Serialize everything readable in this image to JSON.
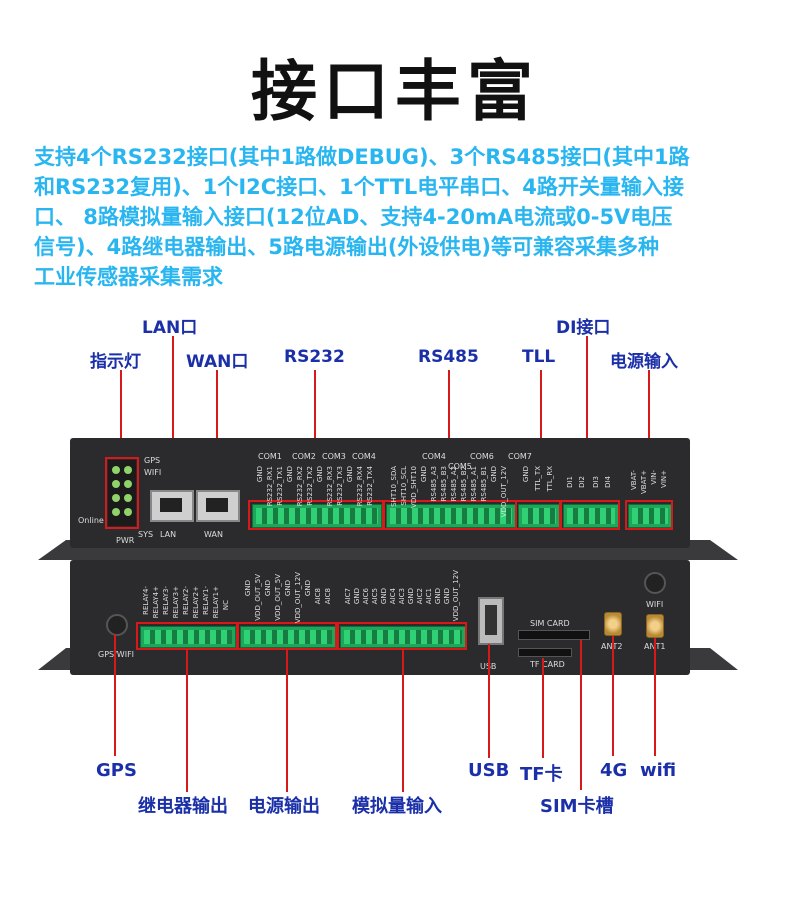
{
  "title": "接口丰富",
  "description": [
    "支持4个RS232接口(其中1路做DEBUG)、3个RS485接口(其中1路",
    "和RS232复用)、1个I2C接口、1个TTL电平串口、4路开关量输入接",
    "口、 8路模拟量输入接口(12位AD、支持4-20mA电流或0-5V电压",
    "信号)、4路继电器输出、5路电源输出(外设供电)等可兼容采集多种",
    "工业传感器采集需求"
  ],
  "labels_top": {
    "lan": "LAN口",
    "di": "DI接口",
    "indicator": "指示灯",
    "wan": "WAN口",
    "rs232": "RS232",
    "rs485": "RS485",
    "ttl": "TLL",
    "power_in": "电源输入"
  },
  "labels_bottom": {
    "gps": "GPS",
    "relay_out": "继电器输出",
    "power_out": "电源输出",
    "analog_in": "模拟量输入",
    "usb": "USB",
    "tf": "TF卡",
    "sim": "SIM卡槽",
    "g4": "4G",
    "wifi": "wifi"
  },
  "device_top": {
    "led_labels": [
      "GPS",
      "WIFI",
      "PWR",
      "SYS"
    ],
    "online": "Online",
    "lan": "LAN",
    "wan": "WAN",
    "com_labels": [
      "COM1",
      "COM2",
      "COM3",
      "COM4",
      "COM4",
      "COM6",
      "COM5",
      "COM7"
    ],
    "pins_a": [
      "GND",
      "RS232_RX1",
      "RS232_TX1",
      "GND",
      "RS232_RX2",
      "RS232_TX2",
      "GND",
      "RS232_RX3",
      "RS232_TX3",
      "GND",
      "RS232_RX4",
      "RS232_TX4"
    ],
    "pins_b": [
      "SHT10_SDA",
      "SHT10_SCL",
      "VDD_SHT10",
      "GND",
      "RS485_A3",
      "RS485_B3",
      "RS485_A2",
      "RS485_B2",
      "RS485_A1",
      "RS485_B1",
      "GND",
      "VDD_OUT_12V"
    ],
    "pins_c": [
      "GND",
      "TTL_TX",
      "TTL_RX"
    ],
    "pins_d": [
      "DI1",
      "DI2",
      "DI3",
      "DI4"
    ],
    "pins_e": [
      "VBAT-",
      "VBAT+",
      "VIN-",
      "VIN+"
    ]
  },
  "device_bottom": {
    "gps_wifi": "GPS/WIFI",
    "relay_pins": [
      "RELAY4-",
      "RELAY4+",
      "RELAY3-",
      "RELAY3+",
      "RELAY2-",
      "RELAY2+",
      "RELAY1-",
      "RELAY1+",
      "NC"
    ],
    "power_pins": [
      "GND",
      "VDD_OUT_5V",
      "GND",
      "VDD_OUT_5V",
      "GND",
      "VDD_OUT_12V",
      "GND",
      "AIC8",
      "AIC8"
    ],
    "analog_pins": [
      "AIC7",
      "GND",
      "AIC6",
      "AIC5",
      "GND",
      "AIC4",
      "AIC3",
      "GND",
      "AIC2",
      "AIC1",
      "GND",
      "GND",
      "VDD_OUT_12V"
    ],
    "usb": "USB",
    "sim_card": "SIM CARD",
    "tf_card": "TF CARD",
    "ant2": "ANT2",
    "ant1": "ANT1",
    "wifi": "WIFI"
  }
}
